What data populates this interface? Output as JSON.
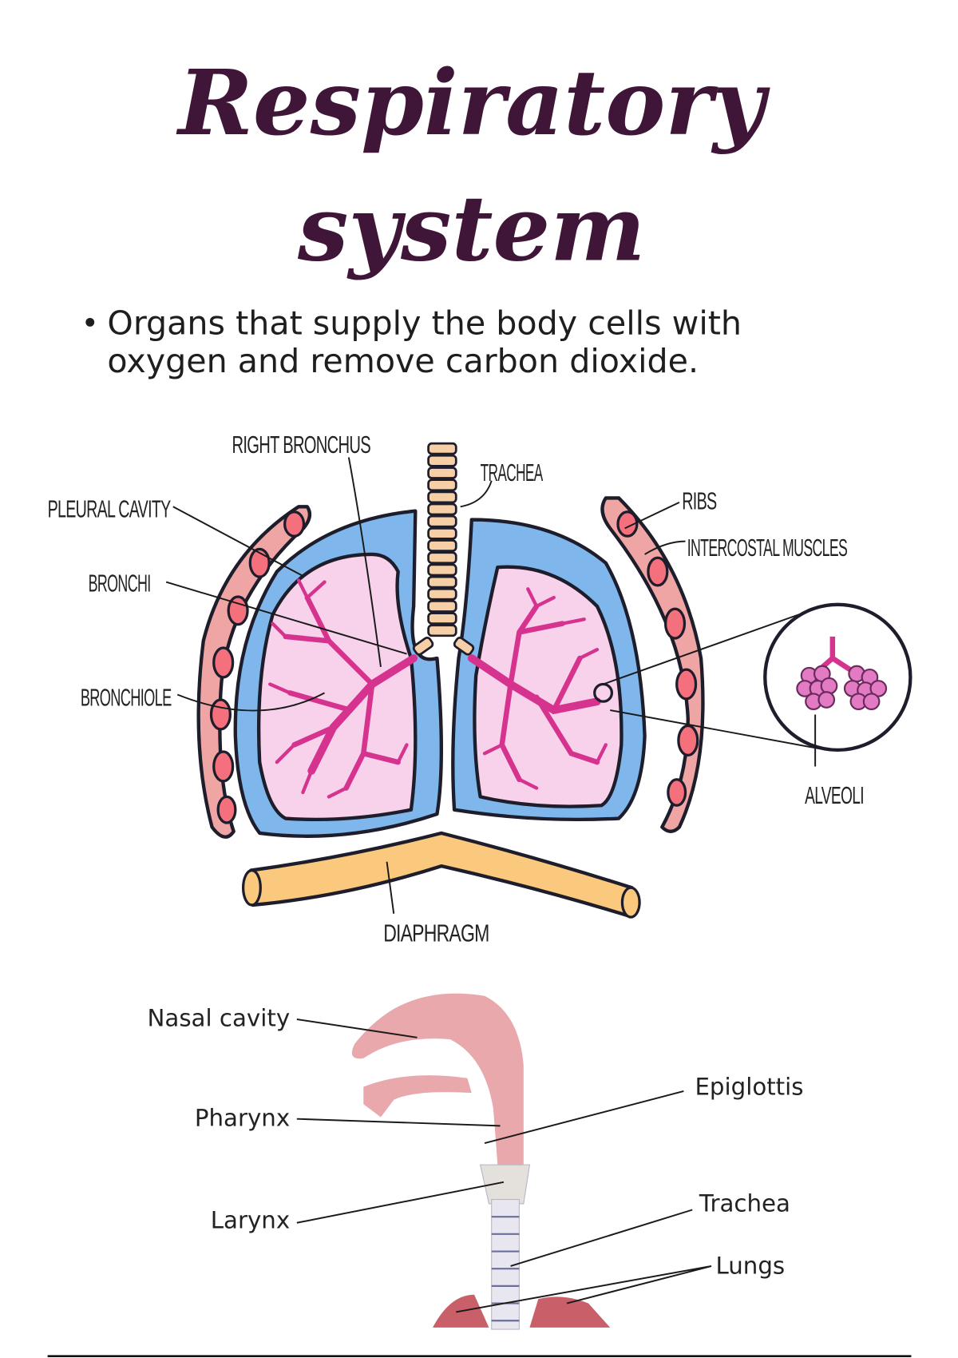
{
  "title": {
    "line1": "Respiratory",
    "line2": "system"
  },
  "bullet": {
    "line1": "Organs that supply the body cells with",
    "line2": "oxygen and remove carbon dioxide."
  },
  "lung_diagram": {
    "labels": {
      "right_bronchus": "RIGHT BRONCHUS",
      "trachea": "TRACHEA",
      "pleural_cavity": "PLEURAL CAVITY",
      "bronchi": "BRONCHI",
      "bronchiole": "BRONCHIOLE",
      "ribs": "RIBS",
      "intercostal_muscles": "INTERCOSTAL MUSCLES",
      "alveoli": "ALVEOLI",
      "diaphragm": "DIAPHRAGM"
    },
    "colors": {
      "pleura": "#7fb6ec",
      "lung": "#f7d2ea",
      "bronchi": "#d6338f",
      "rib": "#f0a5a5",
      "diaphragm": "#fbc97e",
      "trachea": "#f6cfa6"
    }
  },
  "airway_diagram": {
    "labels": {
      "nasal_cavity": "Nasal cavity",
      "pharynx": "Pharynx",
      "larynx": "Larynx",
      "epiglottis": "Epiglottis",
      "trachea": "Trachea",
      "lungs": "Lungs"
    }
  }
}
